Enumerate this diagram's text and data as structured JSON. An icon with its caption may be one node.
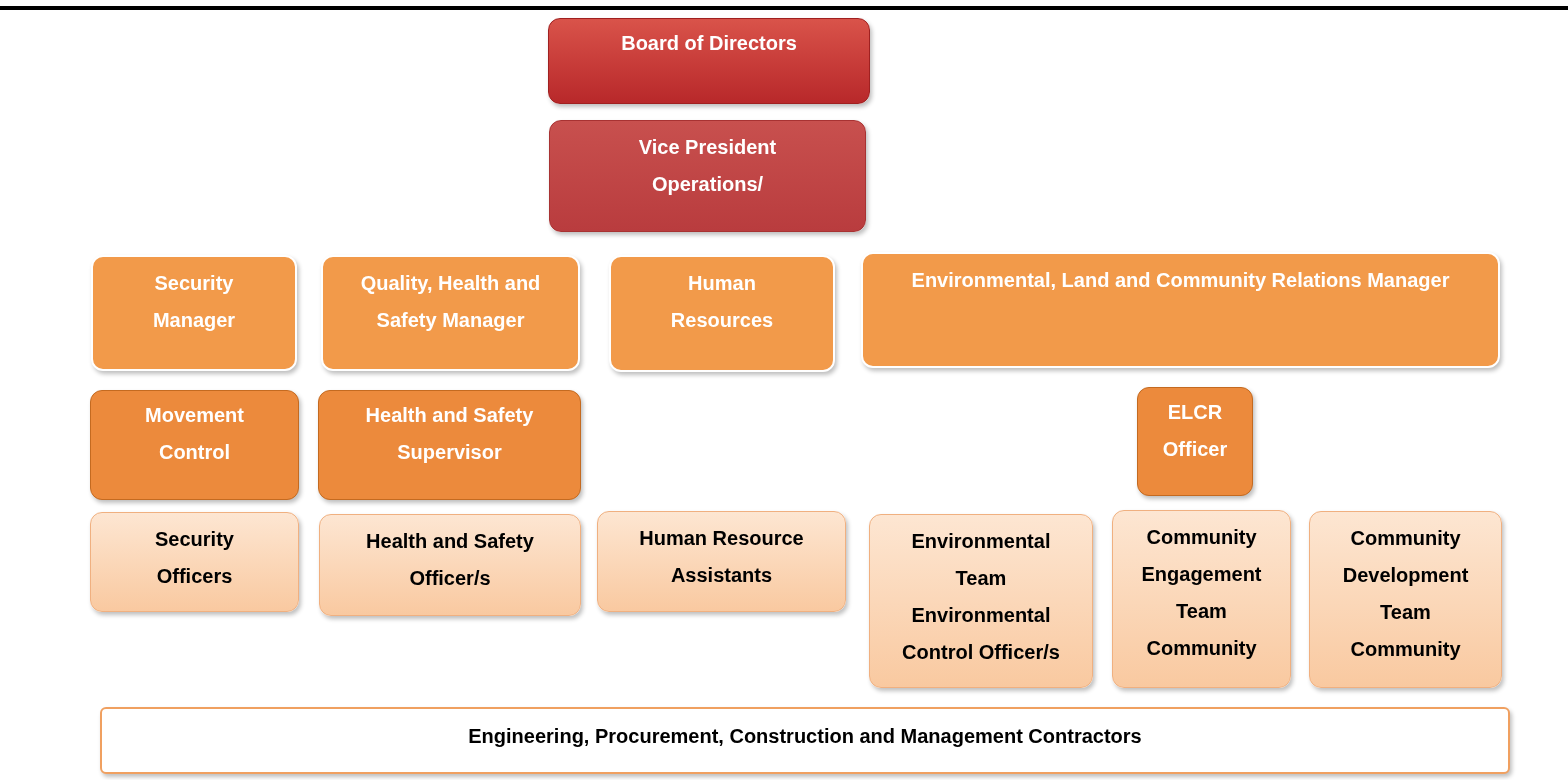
{
  "diagram": {
    "nodes": [
      {
        "text": [
          "Board of Directors"
        ]
      },
      {
        "text": [
          "Vice President Operations/"
        ]
      },
      {
        "text": [
          "Security Manager"
        ]
      },
      {
        "text": [
          "Quality, Health and Safety Manager"
        ]
      },
      {
        "text": [
          "Human Resources"
        ]
      },
      {
        "text": [
          "Environmental, Land and Community Relations Manager"
        ]
      },
      {
        "text": [
          "Movement Control"
        ]
      },
      {
        "text": [
          "Health and Safety Supervisor"
        ]
      },
      {
        "text": [
          "ELCR Officer"
        ]
      },
      {
        "text": [
          "Security Officers"
        ]
      },
      {
        "text": [
          "Health and Safety Officer/s"
        ]
      },
      {
        "text": [
          "Human Resource Assistants"
        ]
      },
      {
        "text": [
          "Environmental Team Environmental Control Officer/s"
        ]
      },
      {
        "text": [
          "Community Engagement Team Community"
        ]
      },
      {
        "text": [
          "Community Development Team Community"
        ]
      },
      {
        "text": [
          "Engineering, Procurement, Construction and Management Contractors"
        ]
      }
    ],
    "edges": []
  }
}
